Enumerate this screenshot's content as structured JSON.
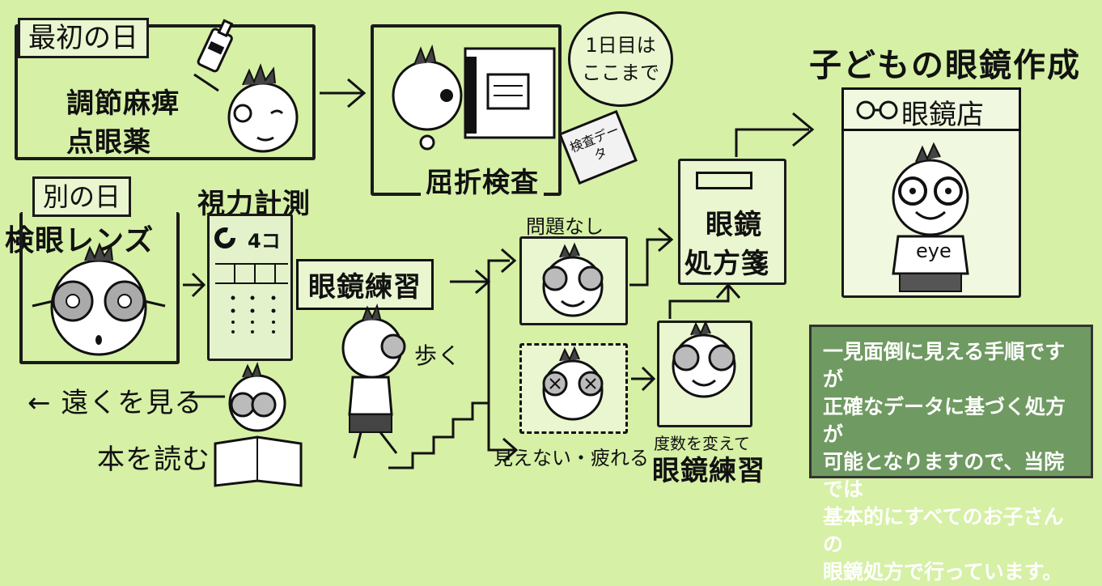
{
  "day1": {
    "label": "最初の日",
    "drops": "調節麻痺",
    "drops2": "点眼薬",
    "refraction": "屈折検査",
    "bubble_line1": "1日目は",
    "bubble_line2": "ここまで",
    "data_card": "検査データ"
  },
  "day2": {
    "label": "別の日",
    "trial_lens": "検眼レンズ",
    "acuity": "視力計測",
    "chart_reading": "4コ",
    "practice": "眼鏡練習",
    "walk": "歩く",
    "far": "← 遠くを見る",
    "book": "本を読む",
    "ok": "問題なし",
    "ng": "見えない・疲れる",
    "change": "度数を変えて",
    "practice2": "眼鏡練習",
    "prescription_line1": "眼鏡",
    "prescription_line2": "処方箋"
  },
  "result": {
    "title": "子どもの眼鏡作成",
    "shop": "眼鏡店",
    "shirt": "eye"
  },
  "note": {
    "line1": "一見面倒に見える手順ですが",
    "line2": "正確なデータに基づく処方が",
    "line3": "可能となりますので、当院では",
    "line4": "基本的にすべてのお子さんの",
    "line5": "眼鏡処方で行っています。"
  },
  "colors": {
    "background": "#d6f0a6",
    "note_bg": "#6f9a61"
  }
}
